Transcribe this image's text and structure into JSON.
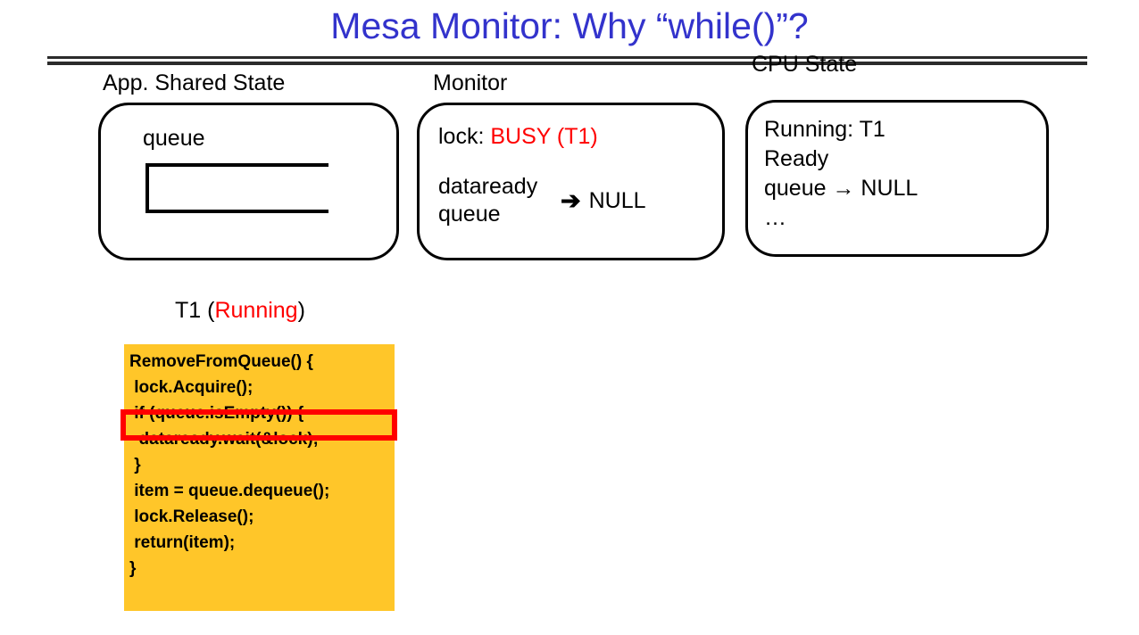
{
  "slide": {
    "title": "Mesa Monitor: Why “while()”?",
    "title_color": "#3333cc"
  },
  "columns": {
    "app_label": "App. Shared State",
    "monitor_label": "Monitor",
    "cpu_label": "CPU State"
  },
  "app_state": {
    "queue_label": "queue",
    "shape_name": "open-ended-queue-rectangle"
  },
  "monitor_state": {
    "lock_prefix": "lock: ",
    "lock_value": "BUSY (T1)",
    "lock_value_color": "#ff0000",
    "dataready_queue_label": "dataready\nqueue",
    "arrow_glyph": "➔",
    "arrow_target": "NULL"
  },
  "cpu_state": {
    "lines": "Running: T1\nReady\nqueue → NULL\n…"
  },
  "thread": {
    "name": "T1 (",
    "status": "Running",
    "status_color": "#ff0000",
    "name_suffix": ")"
  },
  "code": {
    "background_color": "#ffc629",
    "highlight_color": "#ff0000",
    "highlighted_line": "if (queue.isEmpty()) {",
    "text": "RemoveFromQueue() {\n lock.Acquire();\n if (queue.isEmpty()) {\n  dataready.wait(&lock);\n }\n item = queue.dequeue();\n lock.Release();\n return(item);\n}"
  }
}
